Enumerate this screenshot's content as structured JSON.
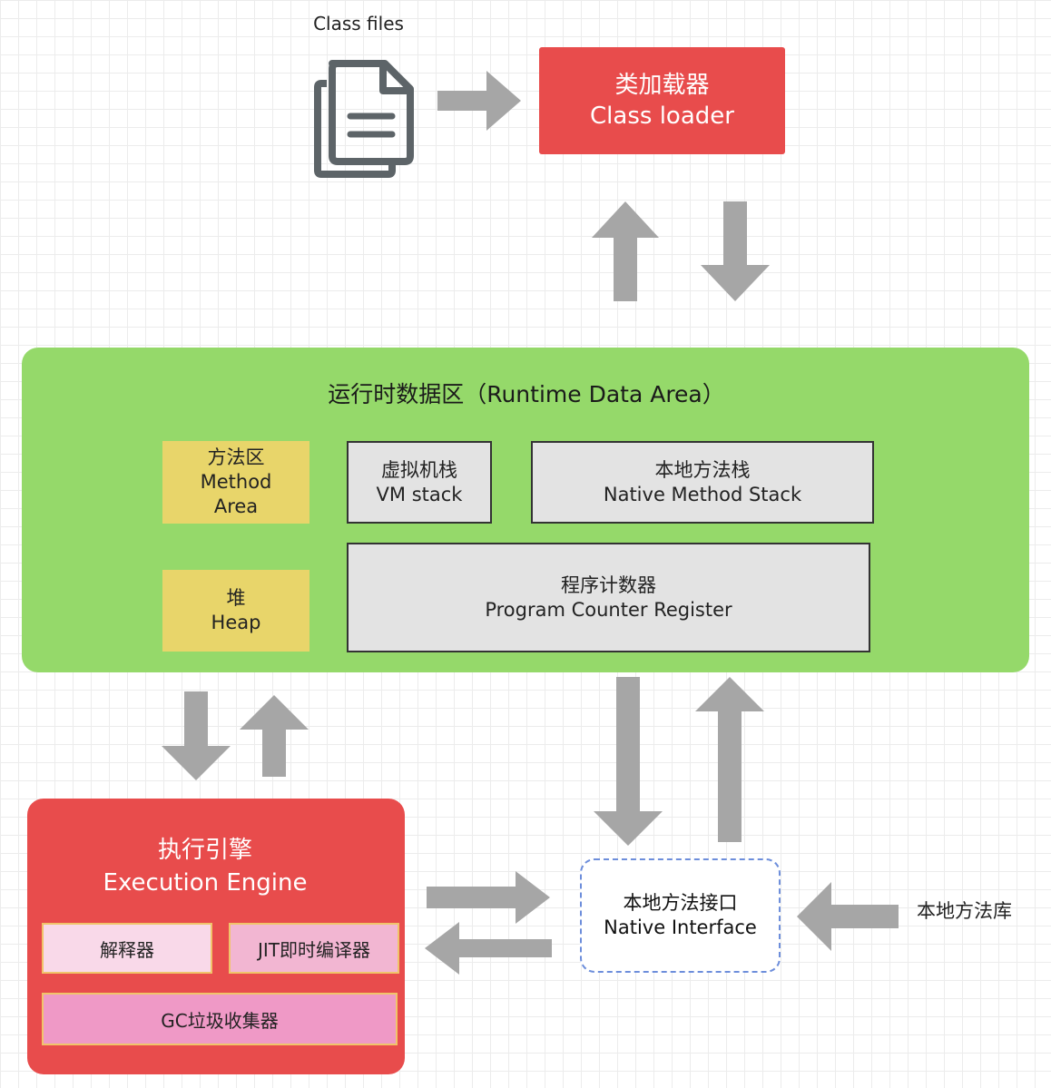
{
  "class_files": {
    "label": "Class files",
    "icon": "document-stack-icon"
  },
  "class_loader": {
    "line1": "类加载器",
    "line2": "Class loader"
  },
  "runtime_data_area": {
    "title": "运行时数据区（Runtime Data Area）",
    "method_area": {
      "line1": "方法区",
      "line2": "Method",
      "line3": "Area"
    },
    "heap": {
      "line1": "堆",
      "line2": "Heap"
    },
    "vm_stack": {
      "line1": "虚拟机栈",
      "line2": "VM stack"
    },
    "native_method_stack": {
      "line1": "本地方法栈",
      "line2": "Native Method Stack"
    },
    "pc_register": {
      "line1": "程序计数器",
      "line2": "Program Counter Register"
    }
  },
  "execution_engine": {
    "line1": "执行引擎",
    "line2": "Execution Engine",
    "interpreter": "解释器",
    "jit_compiler": "JIT即时编译器",
    "gc": "GC垃圾收集器"
  },
  "native_interface": {
    "line1": "本地方法接口",
    "line2": "Native Interface"
  },
  "native_library": {
    "label": "本地方法库"
  },
  "colors": {
    "red_box": "#e84c4c",
    "green_area": "#95d96a",
    "yellow_box": "#e8d56a",
    "grey_box": "#e3e3e3",
    "arrow": "#a6a6a6",
    "interface_border": "#6d8edb"
  }
}
